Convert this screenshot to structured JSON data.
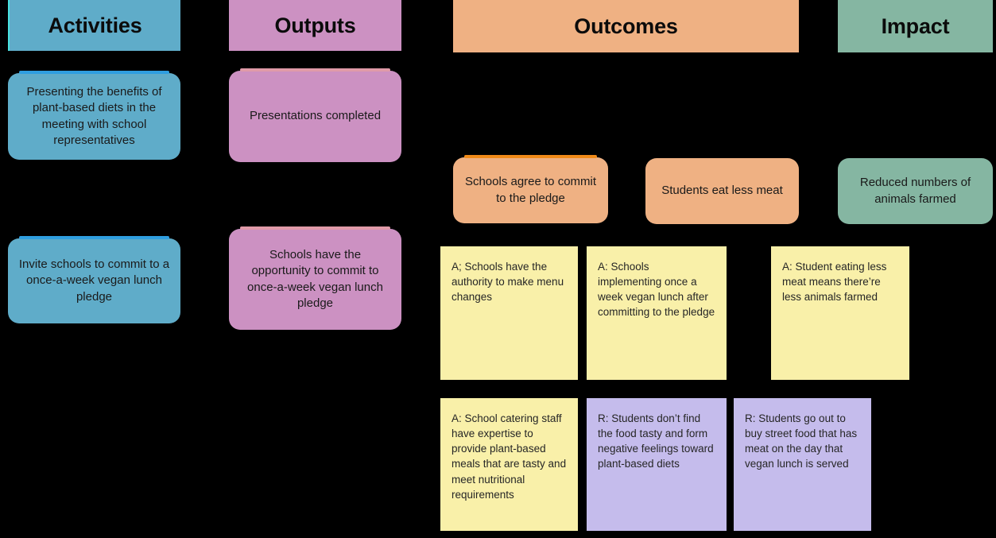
{
  "columns": [
    {
      "id": "activities",
      "title": "Activities",
      "color": "#5facc9"
    },
    {
      "id": "outputs",
      "title": "Outputs",
      "color": "#cc91c2"
    },
    {
      "id": "outcomes",
      "title": "Outcomes",
      "color": "#efb183"
    },
    {
      "id": "impact",
      "title": "Impact",
      "color": "#85b6a2"
    }
  ],
  "cards": {
    "activity_1": "Presenting the benefits of plant-based diets in the meeting with school representatives",
    "activity_2": "Invite schools to commit to a once-a-week vegan lunch pledge",
    "output_1": "Presentations completed",
    "output_2": "Schools have the opportunity to commit to once-a-week vegan lunch pledge",
    "outcome_1": "Schools agree to commit to the pledge",
    "outcome_2": "Students eat less meat",
    "impact_1": "Reduced numbers of animals farmed"
  },
  "notes": {
    "assumption_1": "A; Schools have the authority to make menu changes",
    "assumption_2": "A: Schools implementing once a week vegan lunch after committing to the pledge",
    "assumption_3": "A: Student eating less meat means there’re less animals farmed",
    "assumption_4": "A: School catering staff have expertise to provide plant-based meals that are tasty and meet nutritional requirements",
    "risk_1": "R: Students don’t find the food tasty and form negative feelings toward plant-based diets",
    "risk_2": "R: Students go out to buy street food that has meat on the day that vegan lunch is served"
  },
  "palette": {
    "background": "#000000",
    "blue": "#5facc9",
    "pink": "#cc91c2",
    "orange": "#efb183",
    "green": "#85b6a2",
    "sticky_yellow": "#f9f0a9",
    "sticky_purple": "#c5bcec",
    "sticky_shadow": "#2c3d47",
    "accent_cyan": "#49e3e0"
  }
}
